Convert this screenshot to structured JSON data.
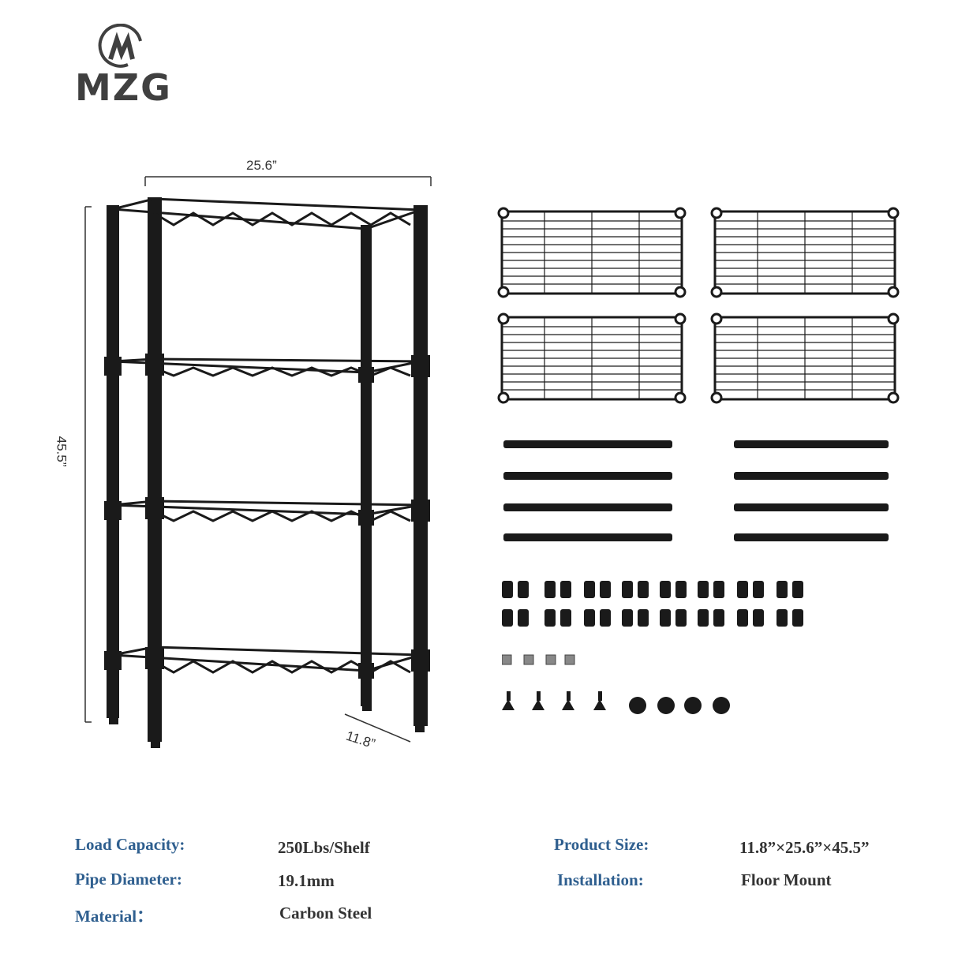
{
  "brand": {
    "logo_text": "MZG"
  },
  "dimensions": {
    "width": "25.6”",
    "height": "45.5”",
    "depth": "11.8”"
  },
  "specs": {
    "load_capacity_label": "Load Capacity:",
    "load_capacity_value": "250Lbs/Shelf",
    "pipe_diameter_label": "Pipe Diameter:",
    "pipe_diameter_value": "19.1mm",
    "material_label": "Material：",
    "material_value": "Carbon Steel",
    "product_size_label": "Product Size:",
    "product_size_value": "11.8”×25.6”×45.5”",
    "installation_label": "Installation:",
    "installation_value": "Floor Mount"
  },
  "colors": {
    "label": "#2f5f8f",
    "value": "#333333",
    "metal": "#1a1a1a"
  }
}
